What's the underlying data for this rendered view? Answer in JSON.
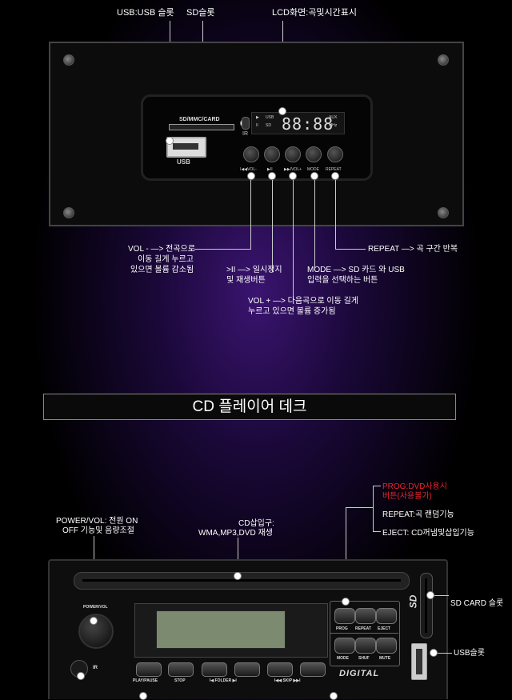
{
  "top_labels": {
    "usb": "USB:USB 슬롯",
    "sd": "SD슬롯",
    "lcd": "LCD화면:곡및시간표시"
  },
  "module": {
    "sd_slot": "SD/MMC/CARD",
    "usb_port": "USB",
    "lcd_usb": "USB",
    "lcd_sd": "SD",
    "lcd_aux": "AUX",
    "lcd_mhz": "MHz",
    "lcd_digits": "88:88",
    "ir": "IR",
    "buttons": [
      "VOL-",
      "▶II",
      "VOL+",
      "MODE",
      "REPEAT"
    ]
  },
  "bottom_labels": {
    "vol_minus_line1": "VOL - —> 전곡으로",
    "vol_minus_line2": "이동 길게 누르고",
    "vol_minus_line3": "있으면 볼륨 감소됨",
    "play_line1": ">II —> 일시정지",
    "play_line2": "및 재생버튼",
    "vol_plus_line1": "VOL + —> 다음곡으로 이동 길게",
    "vol_plus_line2": "누르고 있으면 볼륨 증가됨",
    "mode_line1": "MODE —> SD 카드 와 USB",
    "mode_line2": "입력을 선택하는 버튼",
    "repeat": "REPEAT —> 곡 구간 반복"
  },
  "section_title": "CD 플레이어 데크",
  "cd_labels": {
    "prog_line1": "PROG:DVD사용시",
    "prog_line2": "버튼(사용불가)",
    "repeat": "REPEAT:곡 랜덤기능",
    "eject": "EJECT: CD꺼냄및삽입기능",
    "power_line1": "POWER/VOL: 전원 ON",
    "power_line2": "OFF 기능및 음량조절",
    "cd_line1": "CD삽입구:",
    "cd_line2": "WMA,MP3,DVD 재생",
    "sd_card": "SD CARD 슬롯",
    "usb": "USB슬롯"
  },
  "deck": {
    "power_vol": "POWER/VOL",
    "ir": "IR",
    "top_buttons": [
      "PROG",
      "REPEAT",
      "EJECT"
    ],
    "mid_buttons": [
      "MODE",
      "SHUF",
      "MUTE"
    ],
    "bottom_buttons": [
      "PLAY/PAUSE",
      "STOP",
      "I◀ FOLDER ▶I",
      "I◀◀ SKIP ▶▶I"
    ],
    "digital": "DIGITAL",
    "sd_logo": "SD"
  }
}
